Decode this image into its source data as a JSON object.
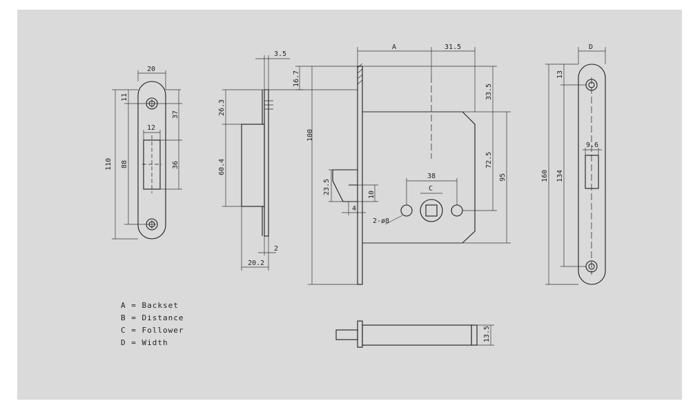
{
  "colors": {
    "panel_bg": "#dadada",
    "line": "#1a1a1a",
    "dim_line": "#333333"
  },
  "faceplate_narrow": {
    "width": "20",
    "top": "11",
    "hole_to_slot": "37",
    "slot_width": "12",
    "slot_height": "36",
    "hole_spacing": "88",
    "overall": "110"
  },
  "side_view": {
    "thickness": "3.5",
    "offset": "26.3",
    "body": "60.4",
    "depth": "20.2",
    "plate": "2"
  },
  "main_view": {
    "backset": "A",
    "depth_right": "31.5",
    "top_offset": "16.7",
    "height": "100",
    "latch_height": "23.5",
    "latch_gap": "10",
    "latch_step": "4",
    "holes": "2-ø8",
    "follower_label": "C",
    "spacing": "38",
    "upper": "33.5",
    "to_follower": "72.5",
    "case_height": "95"
  },
  "faceplate_wide": {
    "width": "D",
    "top": "13",
    "slot_width": "9.6",
    "hole_spacing": "134",
    "overall": "160"
  },
  "bolt_view": {
    "height": "13.5"
  },
  "legend": [
    "A = Backset",
    "B = Distance",
    "C = Follower",
    "D = Width"
  ]
}
